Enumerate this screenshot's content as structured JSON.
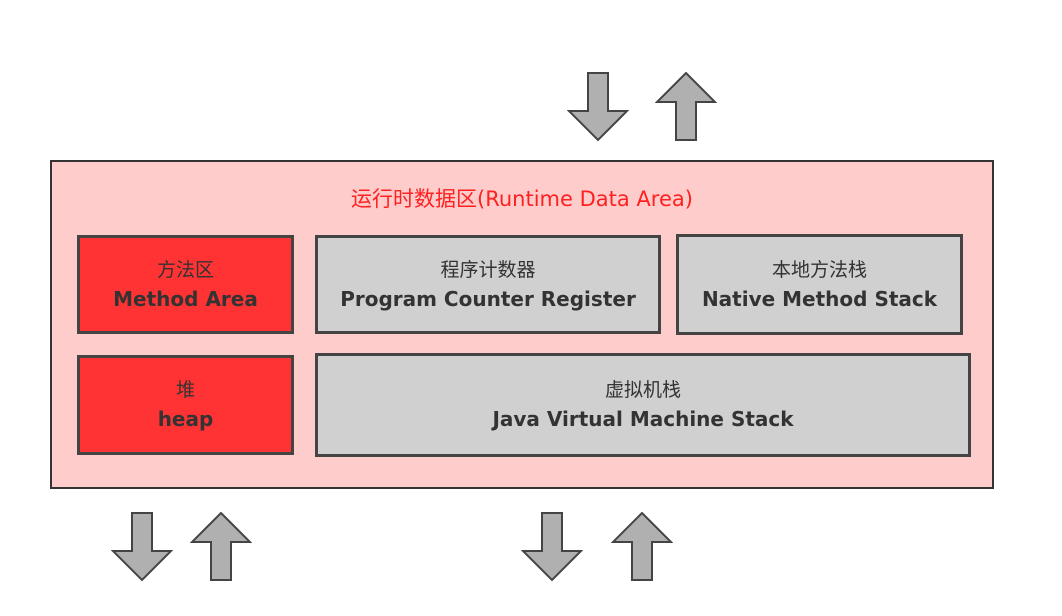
{
  "title": "运行时数据区(Runtime Data Area)",
  "areas": {
    "method_area": {
      "cn": "方法区",
      "en": "Method Area"
    },
    "pc_register": {
      "cn": "程序计数器",
      "en": "Program Counter Register"
    },
    "native_stack": {
      "cn": "本地方法栈",
      "en": "Native Method Stack"
    },
    "heap": {
      "cn": "堆",
      "en": "heap"
    },
    "jvm_stack": {
      "cn": "虚拟机栈",
      "en": "Java Virtual Machine Stack"
    }
  },
  "colors": {
    "shared": "#ff3333",
    "private": "#d0d0d0",
    "background": "#ffcccc",
    "title": "#ff2020"
  }
}
